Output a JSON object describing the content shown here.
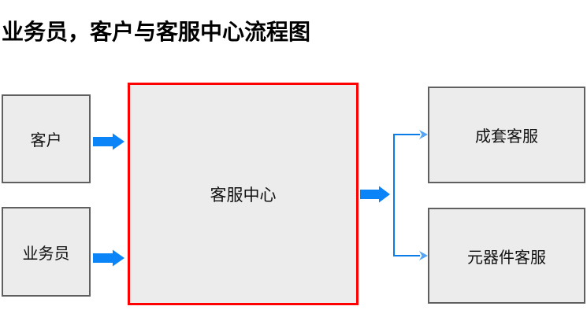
{
  "title": "业务员，客户与客服中心流程图",
  "nodes": {
    "customer": {
      "label": "客户"
    },
    "salesperson": {
      "label": "业务员"
    },
    "service_center": {
      "label": "客服中心"
    },
    "complete_set_service": {
      "label": "成套客服"
    },
    "component_service": {
      "label": "元器件客服"
    }
  },
  "icons": {
    "block_arrow": "right-block-arrow-icon",
    "thin_arrow": "right-thin-arrow-icon"
  },
  "colors": {
    "background": "#ffffff",
    "title_text": "#000000",
    "node_fill": "#ececec",
    "node_border": "#606060",
    "node_text": "#111111",
    "center_border": "#fe0000",
    "arrow_blue": "#0a84f6",
    "connector_blue": "#0a7ce8",
    "connector_arrowhead": "#55a4f3"
  }
}
